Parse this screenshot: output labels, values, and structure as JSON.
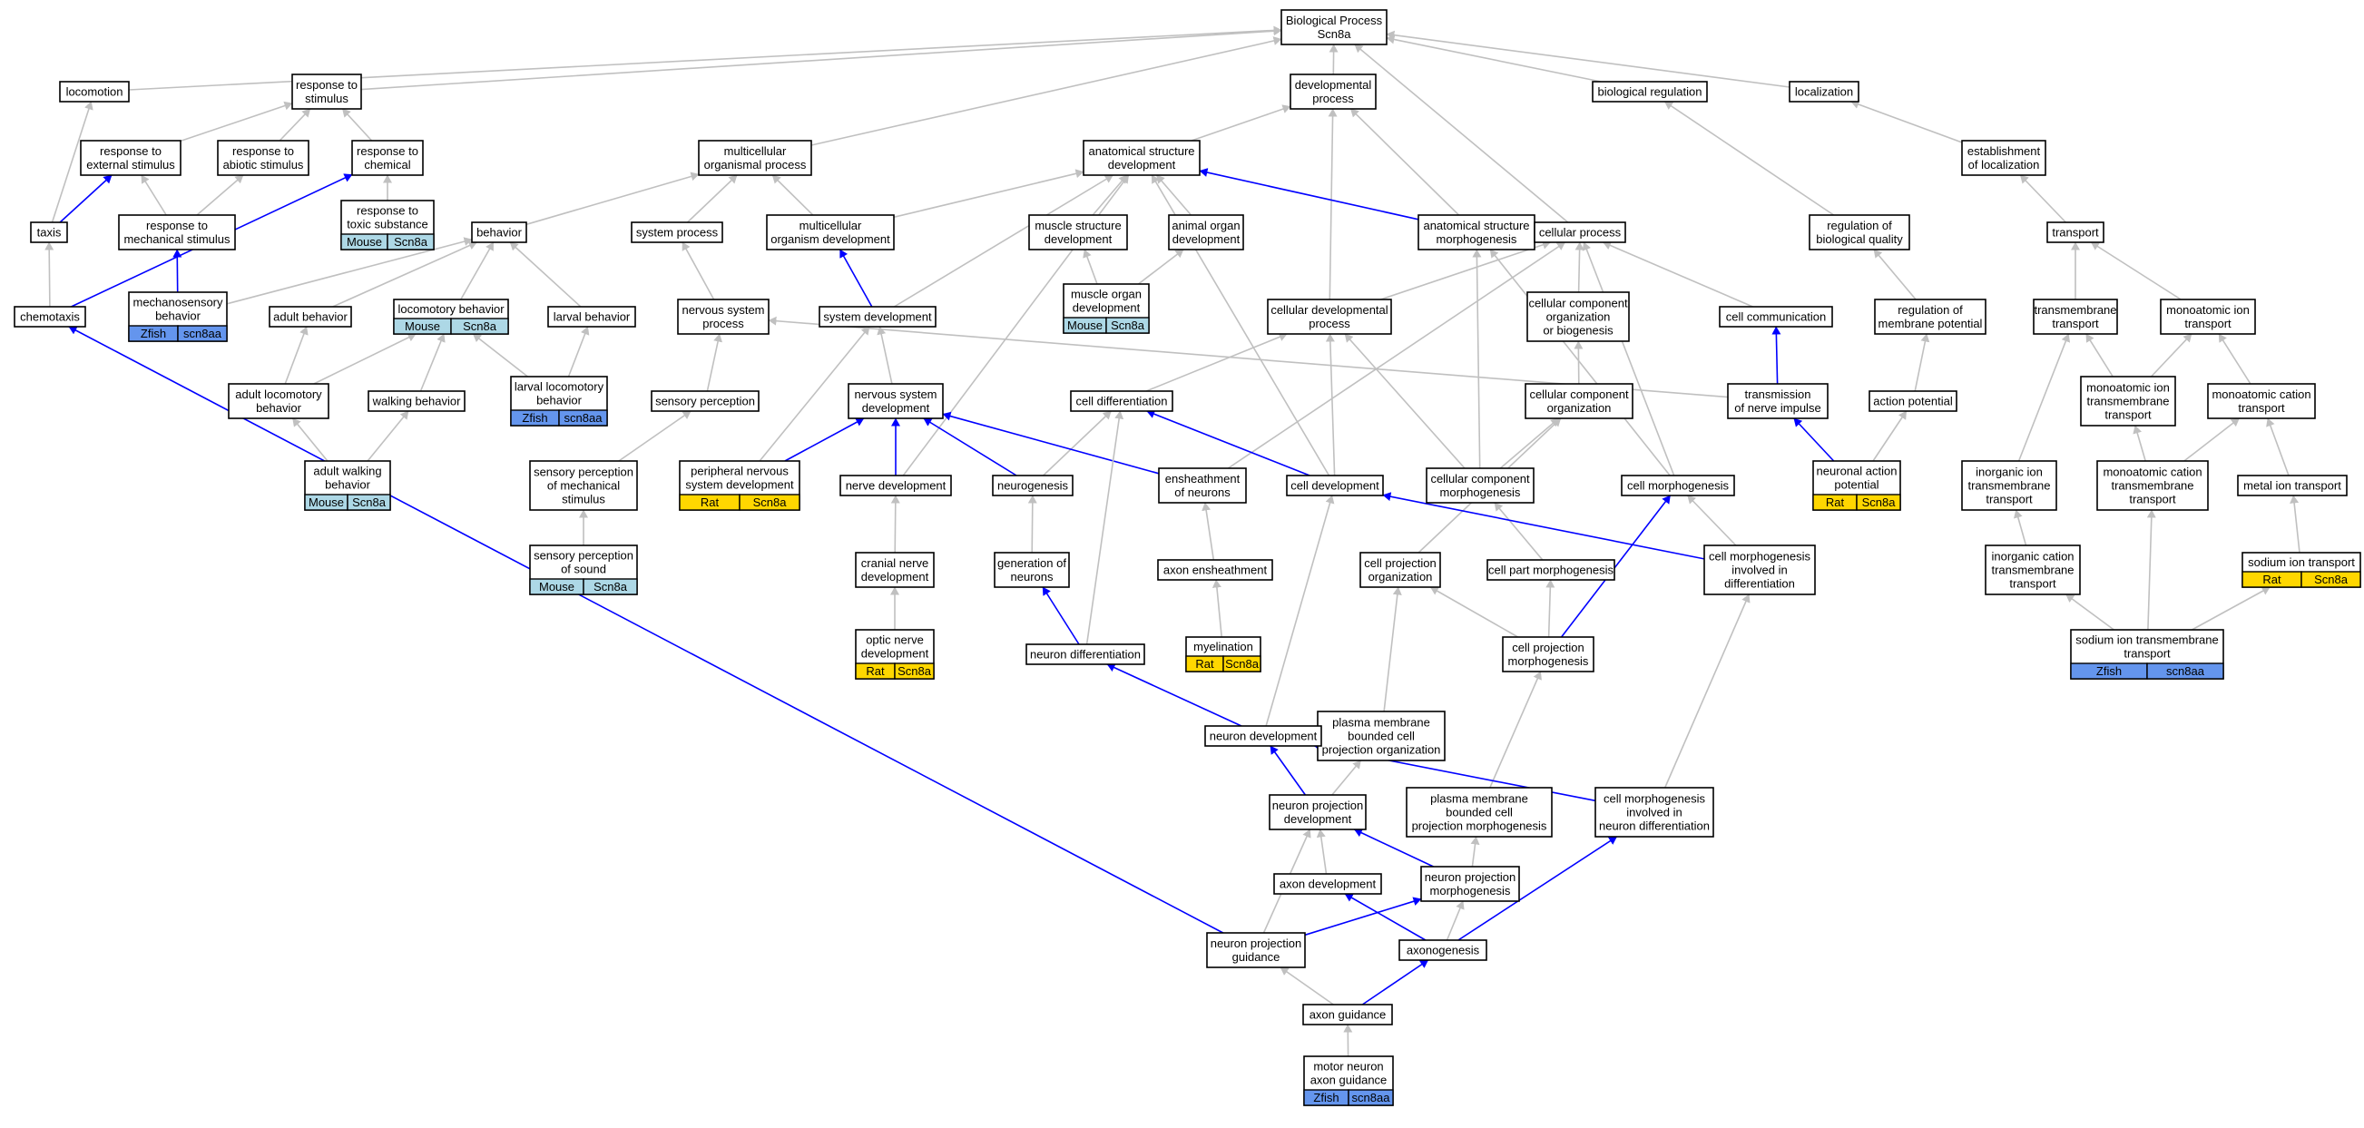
{
  "colors": {
    "edge_default": "#c0c0c0",
    "edge_highlight": "#0000ff",
    "badge_mouse": "#add8e6",
    "badge_zfish": "#6495ed",
    "badge_rat": "#ffd700"
  },
  "nodes": [
    {
      "id": "root",
      "lines": [
        "Biological Process",
        "Scn8a"
      ]
    },
    {
      "id": "locomotion",
      "lines": [
        "locomotion"
      ]
    },
    {
      "id": "response_stimulus",
      "lines": [
        "response to",
        "stimulus"
      ]
    },
    {
      "id": "developmental",
      "lines": [
        "developmental",
        "process"
      ]
    },
    {
      "id": "bioreg",
      "lines": [
        "biological regulation"
      ]
    },
    {
      "id": "localization",
      "lines": [
        "localization"
      ]
    },
    {
      "id": "resp_ext",
      "lines": [
        "response to",
        "external stimulus"
      ]
    },
    {
      "id": "resp_abiotic",
      "lines": [
        "response to",
        "abiotic stimulus"
      ]
    },
    {
      "id": "resp_chem",
      "lines": [
        "response to",
        "chemical"
      ]
    },
    {
      "id": "multi_org",
      "lines": [
        "multicellular",
        "organismal process"
      ]
    },
    {
      "id": "anat_dev",
      "lines": [
        "anatomical structure",
        "development"
      ]
    },
    {
      "id": "estab_loc",
      "lines": [
        "establishment",
        "of localization"
      ]
    },
    {
      "id": "taxis",
      "lines": [
        "taxis"
      ]
    },
    {
      "id": "resp_mech",
      "lines": [
        "response to",
        "mechanical stimulus"
      ]
    },
    {
      "id": "resp_toxic",
      "lines": [
        "response to",
        "toxic substance"
      ],
      "badge": [
        "Mouse",
        "Scn8a"
      ],
      "badge_color": "mouse"
    },
    {
      "id": "behavior",
      "lines": [
        "behavior"
      ]
    },
    {
      "id": "system_process",
      "lines": [
        "system process"
      ]
    },
    {
      "id": "multi_dev",
      "lines": [
        "multicellular",
        "organism development"
      ]
    },
    {
      "id": "muscle_struct",
      "lines": [
        "muscle structure",
        "development"
      ]
    },
    {
      "id": "animal_organ",
      "lines": [
        "animal organ",
        "development"
      ]
    },
    {
      "id": "anat_morph",
      "lines": [
        "anatomical structure",
        "morphogenesis"
      ]
    },
    {
      "id": "cell_process",
      "lines": [
        "cellular process"
      ]
    },
    {
      "id": "reg_bioqual",
      "lines": [
        "regulation of",
        "biological quality"
      ]
    },
    {
      "id": "transport",
      "lines": [
        "transport"
      ]
    },
    {
      "id": "chemotaxis",
      "lines": [
        "chemotaxis"
      ]
    },
    {
      "id": "mechano_beh",
      "lines": [
        "mechanosensory",
        "behavior"
      ],
      "badge": [
        "Zfish",
        "scn8aa"
      ],
      "badge_color": "zfish"
    },
    {
      "id": "adult_beh",
      "lines": [
        "adult behavior"
      ]
    },
    {
      "id": "loco_beh",
      "lines": [
        "locomotory behavior"
      ],
      "badge": [
        "Mouse",
        "Scn8a"
      ],
      "badge_color": "mouse"
    },
    {
      "id": "larval_beh",
      "lines": [
        "larval behavior"
      ]
    },
    {
      "id": "ns_process",
      "lines": [
        "nervous system",
        "process"
      ]
    },
    {
      "id": "system_dev",
      "lines": [
        "system development"
      ]
    },
    {
      "id": "muscle_organ",
      "lines": [
        "muscle organ",
        "development"
      ],
      "badge": [
        "Mouse",
        "Scn8a"
      ],
      "badge_color": "mouse"
    },
    {
      "id": "cell_dev_proc",
      "lines": [
        "cellular developmental",
        "process"
      ]
    },
    {
      "id": "cc_org_bio",
      "lines": [
        "cellular component",
        "organization",
        "or biogenesis"
      ]
    },
    {
      "id": "cell_comm",
      "lines": [
        "cell communication"
      ]
    },
    {
      "id": "reg_mem_pot",
      "lines": [
        "regulation of",
        "membrane potential"
      ]
    },
    {
      "id": "transmembrane",
      "lines": [
        "transmembrane",
        "transport"
      ]
    },
    {
      "id": "mono_ion",
      "lines": [
        "monoatomic ion",
        "transport"
      ]
    },
    {
      "id": "adult_loco",
      "lines": [
        "adult locomotory",
        "behavior"
      ]
    },
    {
      "id": "walking",
      "lines": [
        "walking behavior"
      ]
    },
    {
      "id": "larval_loco",
      "lines": [
        "larval locomotory",
        "behavior"
      ],
      "badge": [
        "Zfish",
        "scn8aa"
      ],
      "badge_color": "zfish"
    },
    {
      "id": "sensory_perc",
      "lines": [
        "sensory perception"
      ]
    },
    {
      "id": "ns_dev",
      "lines": [
        "nervous system",
        "development"
      ]
    },
    {
      "id": "cell_diff",
      "lines": [
        "cell differentiation"
      ]
    },
    {
      "id": "cc_org",
      "lines": [
        "cellular component",
        "organization"
      ]
    },
    {
      "id": "trans_nerve",
      "lines": [
        "transmission",
        "of nerve impulse"
      ]
    },
    {
      "id": "action_pot",
      "lines": [
        "action potential"
      ]
    },
    {
      "id": "mono_ion_tm",
      "lines": [
        "monoatomic ion",
        "transmembrane",
        "transport"
      ]
    },
    {
      "id": "mono_cation",
      "lines": [
        "monoatomic cation",
        "transport"
      ]
    },
    {
      "id": "adult_walk",
      "lines": [
        "adult walking",
        "behavior"
      ],
      "badge": [
        "Mouse",
        "Scn8a"
      ],
      "badge_color": "mouse"
    },
    {
      "id": "sens_mech",
      "lines": [
        "sensory perception",
        "of mechanical",
        "stimulus"
      ]
    },
    {
      "id": "pns_dev",
      "lines": [
        "peripheral nervous",
        "system development"
      ],
      "badge": [
        "Rat",
        "Scn8a"
      ],
      "badge_color": "rat"
    },
    {
      "id": "nerve_dev",
      "lines": [
        "nerve development"
      ]
    },
    {
      "id": "neurogenesis",
      "lines": [
        "neurogenesis"
      ]
    },
    {
      "id": "ensheath",
      "lines": [
        "ensheathment",
        "of neurons"
      ]
    },
    {
      "id": "cell_dev",
      "lines": [
        "cell development"
      ]
    },
    {
      "id": "cc_morph",
      "lines": [
        "cellular component",
        "morphogenesis"
      ]
    },
    {
      "id": "cell_morph",
      "lines": [
        "cell morphogenesis"
      ]
    },
    {
      "id": "neuronal_ap",
      "lines": [
        "neuronal action",
        "potential"
      ],
      "badge": [
        "Rat",
        "Scn8a"
      ],
      "badge_color": "rat"
    },
    {
      "id": "inorg_ion",
      "lines": [
        "inorganic ion",
        "transmembrane",
        "transport"
      ]
    },
    {
      "id": "mono_cation_tm",
      "lines": [
        "monoatomic cation",
        "transmembrane",
        "transport"
      ]
    },
    {
      "id": "metal_ion",
      "lines": [
        "metal ion transport"
      ]
    },
    {
      "id": "sens_sound",
      "lines": [
        "sensory perception",
        "of sound"
      ],
      "badge": [
        "Mouse",
        "Scn8a"
      ],
      "badge_color": "mouse"
    },
    {
      "id": "cranial",
      "lines": [
        "cranial nerve",
        "development"
      ]
    },
    {
      "id": "gen_neurons",
      "lines": [
        "generation of",
        "neurons"
      ]
    },
    {
      "id": "axon_ensheath",
      "lines": [
        "axon ensheathment"
      ]
    },
    {
      "id": "cell_proj_org",
      "lines": [
        "cell projection",
        "organization"
      ]
    },
    {
      "id": "cell_part_morph",
      "lines": [
        "cell part morphogenesis"
      ]
    },
    {
      "id": "cell_morph_diff",
      "lines": [
        "cell morphogenesis",
        "involved in",
        "differentiation"
      ]
    },
    {
      "id": "sodium",
      "lines": [
        "sodium ion transport"
      ],
      "badge": [
        "Rat",
        "Scn8a"
      ],
      "badge_color": "rat"
    },
    {
      "id": "inorg_cation",
      "lines": [
        "inorganic cation",
        "transmembrane",
        "transport"
      ]
    },
    {
      "id": "optic",
      "lines": [
        "optic nerve",
        "development"
      ],
      "badge": [
        "Rat",
        "Scn8a"
      ],
      "badge_color": "rat"
    },
    {
      "id": "neuron_diff",
      "lines": [
        "neuron differentiation"
      ]
    },
    {
      "id": "myelination",
      "lines": [
        "myelination"
      ],
      "badge": [
        "Rat",
        "Scn8a"
      ],
      "badge_color": "rat"
    },
    {
      "id": "cell_proj_morph",
      "lines": [
        "cell projection",
        "morphogenesis"
      ]
    },
    {
      "id": "sodium_tm",
      "lines": [
        "sodium ion transmembrane",
        "transport"
      ],
      "badge": [
        "Zfish",
        "scn8aa"
      ],
      "badge_color": "zfish"
    },
    {
      "id": "pm_org",
      "lines": [
        "plasma membrane",
        "bounded cell",
        "projection organization"
      ]
    },
    {
      "id": "neuron_dev",
      "lines": [
        "neuron development"
      ]
    },
    {
      "id": "pm_morph",
      "lines": [
        "plasma membrane",
        "bounded cell",
        "projection morphogenesis"
      ]
    },
    {
      "id": "cm_neuron_diff",
      "lines": [
        "cell morphogenesis",
        "involved in",
        "neuron differentiation"
      ]
    },
    {
      "id": "np_dev",
      "lines": [
        "neuron projection",
        "development"
      ]
    },
    {
      "id": "axon_dev",
      "lines": [
        "axon development"
      ]
    },
    {
      "id": "np_morph",
      "lines": [
        "neuron projection",
        "morphogenesis"
      ]
    },
    {
      "id": "np_guidance",
      "lines": [
        "neuron projection",
        "guidance"
      ]
    },
    {
      "id": "axonogenesis",
      "lines": [
        "axonogenesis"
      ]
    },
    {
      "id": "axon_guidance",
      "lines": [
        "axon guidance"
      ]
    },
    {
      "id": "motor_axon",
      "lines": [
        "motor neuron",
        "axon guidance"
      ],
      "badge": [
        "Zfish",
        "scn8aa"
      ],
      "badge_color": "zfish"
    }
  ],
  "edges": [
    [
      "locomotion",
      "root",
      0
    ],
    [
      "response_stimulus",
      "root",
      0
    ],
    [
      "developmental",
      "root",
      0
    ],
    [
      "bioreg",
      "root",
      0
    ],
    [
      "localization",
      "root",
      0
    ],
    [
      "multi_org",
      "root",
      0
    ],
    [
      "cell_process",
      "root",
      0
    ],
    [
      "resp_ext",
      "response_stimulus",
      0
    ],
    [
      "resp_abiotic",
      "response_stimulus",
      0
    ],
    [
      "resp_chem",
      "response_stimulus",
      0
    ],
    [
      "anat_dev",
      "developmental",
      0
    ],
    [
      "anat_morph",
      "developmental",
      0
    ],
    [
      "cell_dev_proc",
      "developmental",
      0
    ],
    [
      "estab_loc",
      "localization",
      0
    ],
    [
      "transport",
      "estab_loc",
      0
    ],
    [
      "reg_bioqual",
      "bioreg",
      0
    ],
    [
      "taxis",
      "locomotion",
      0
    ],
    [
      "taxis",
      "resp_ext",
      1
    ],
    [
      "resp_mech",
      "resp_ext",
      0
    ],
    [
      "resp_mech",
      "resp_abiotic",
      0
    ],
    [
      "resp_toxic",
      "resp_chem",
      0
    ],
    [
      "chemotaxis",
      "taxis",
      0
    ],
    [
      "chemotaxis",
      "resp_chem",
      1
    ],
    [
      "mechano_beh",
      "resp_mech",
      1
    ],
    [
      "mechano_beh",
      "behavior",
      0
    ],
    [
      "behavior",
      "multi_org",
      0
    ],
    [
      "system_process",
      "multi_org",
      0
    ],
    [
      "multi_dev",
      "multi_org",
      0
    ],
    [
      "multi_dev",
      "anat_dev",
      0
    ],
    [
      "muscle_struct",
      "anat_dev",
      0
    ],
    [
      "animal_organ",
      "anat_dev",
      0
    ],
    [
      "anat_morph",
      "anat_dev",
      1
    ],
    [
      "system_dev",
      "multi_dev",
      1
    ],
    [
      "system_dev",
      "anat_dev",
      0
    ],
    [
      "muscle_organ",
      "muscle_struct",
      0
    ],
    [
      "muscle_organ",
      "animal_organ",
      0
    ],
    [
      "adult_beh",
      "behavior",
      0
    ],
    [
      "loco_beh",
      "behavior",
      0
    ],
    [
      "larval_beh",
      "behavior",
      0
    ],
    [
      "ns_process",
      "system_process",
      0
    ],
    [
      "cell_dev_proc",
      "cell_process",
      0
    ],
    [
      "cc_org_bio",
      "cell_process",
      0
    ],
    [
      "cell_comm",
      "cell_process",
      0
    ],
    [
      "reg_mem_pot",
      "reg_bioqual",
      0
    ],
    [
      "transmembrane",
      "transport",
      0
    ],
    [
      "mono_ion",
      "transport",
      0
    ],
    [
      "adult_loco",
      "adult_beh",
      0
    ],
    [
      "adult_loco",
      "loco_beh",
      0
    ],
    [
      "walking",
      "loco_beh",
      0
    ],
    [
      "larval_loco",
      "larval_beh",
      0
    ],
    [
      "larval_loco",
      "loco_beh",
      0
    ],
    [
      "sensory_perc",
      "ns_process",
      0
    ],
    [
      "ns_dev",
      "system_dev",
      0
    ],
    [
      "cell_diff",
      "cell_dev_proc",
      0
    ],
    [
      "cc_org",
      "cc_org_bio",
      0
    ],
    [
      "trans_nerve",
      "cell_comm",
      1
    ],
    [
      "trans_nerve",
      "ns_process",
      0
    ],
    [
      "action_pot",
      "reg_mem_pot",
      0
    ],
    [
      "mono_ion_tm",
      "transmembrane",
      0
    ],
    [
      "mono_ion_tm",
      "mono_ion",
      0
    ],
    [
      "mono_cation",
      "mono_ion",
      0
    ],
    [
      "adult_walk",
      "adult_loco",
      0
    ],
    [
      "adult_walk",
      "walking",
      0
    ],
    [
      "sens_mech",
      "sensory_perc",
      0
    ],
    [
      "pns_dev",
      "ns_dev",
      1
    ],
    [
      "pns_dev",
      "system_dev",
      0
    ],
    [
      "nerve_dev",
      "ns_dev",
      1
    ],
    [
      "nerve_dev",
      "anat_dev",
      0
    ],
    [
      "neurogenesis",
      "ns_dev",
      1
    ],
    [
      "neurogenesis",
      "cell_diff",
      0
    ],
    [
      "ensheath",
      "ns_dev",
      1
    ],
    [
      "ensheath",
      "cell_process",
      0
    ],
    [
      "cell_dev",
      "cell_diff",
      1
    ],
    [
      "cell_dev",
      "anat_dev",
      0
    ],
    [
      "cell_dev",
      "cell_dev_proc",
      0
    ],
    [
      "cc_morph",
      "cc_org",
      0
    ],
    [
      "cc_morph",
      "anat_morph",
      0
    ],
    [
      "cc_morph",
      "cell_dev_proc",
      0
    ],
    [
      "cell_morph",
      "cell_process",
      0
    ],
    [
      "cell_morph",
      "anat_morph",
      0
    ],
    [
      "neuronal_ap",
      "trans_nerve",
      1
    ],
    [
      "neuronal_ap",
      "action_pot",
      0
    ],
    [
      "inorg_ion",
      "transmembrane",
      0
    ],
    [
      "mono_cation_tm",
      "mono_ion_tm",
      0
    ],
    [
      "mono_cation_tm",
      "mono_cation",
      0
    ],
    [
      "metal_ion",
      "mono_cation",
      0
    ],
    [
      "sens_sound",
      "sens_mech",
      0
    ],
    [
      "cranial",
      "nerve_dev",
      0
    ],
    [
      "gen_neurons",
      "neurogenesis",
      0
    ],
    [
      "axon_ensheath",
      "ensheath",
      0
    ],
    [
      "cell_proj_org",
      "cc_org",
      0
    ],
    [
      "cell_part_morph",
      "cc_morph",
      0
    ],
    [
      "cell_morph_diff",
      "cell_morph",
      0
    ],
    [
      "cell_morph_diff",
      "cell_dev",
      1
    ],
    [
      "sodium",
      "metal_ion",
      0
    ],
    [
      "inorg_cation",
      "inorg_ion",
      0
    ],
    [
      "optic",
      "cranial",
      0
    ],
    [
      "neuron_diff",
      "gen_neurons",
      1
    ],
    [
      "neuron_diff",
      "cell_diff",
      0
    ],
    [
      "myelination",
      "axon_ensheath",
      0
    ],
    [
      "cell_proj_morph",
      "cell_proj_org",
      0
    ],
    [
      "cell_proj_morph",
      "cell_part_morph",
      0
    ],
    [
      "cell_proj_morph",
      "cell_morph",
      1
    ],
    [
      "sodium_tm",
      "sodium",
      0
    ],
    [
      "sodium_tm",
      "inorg_cation",
      0
    ],
    [
      "sodium_tm",
      "mono_cation_tm",
      0
    ],
    [
      "pm_org",
      "cell_proj_org",
      0
    ],
    [
      "neuron_dev",
      "neuron_diff",
      1
    ],
    [
      "neuron_dev",
      "cell_dev",
      0
    ],
    [
      "pm_morph",
      "cell_proj_morph",
      0
    ],
    [
      "cm_neuron_diff",
      "neuron_dev",
      1
    ],
    [
      "cm_neuron_diff",
      "cell_morph_diff",
      0
    ],
    [
      "np_dev",
      "neuron_dev",
      1
    ],
    [
      "np_dev",
      "pm_org",
      0
    ],
    [
      "axon_dev",
      "np_dev",
      0
    ],
    [
      "np_morph",
      "np_dev",
      1
    ],
    [
      "np_morph",
      "pm_morph",
      0
    ],
    [
      "np_guidance",
      "chemotaxis",
      1
    ],
    [
      "np_guidance",
      "np_morph",
      1
    ],
    [
      "np_guidance",
      "np_dev",
      0
    ],
    [
      "axonogenesis",
      "axon_dev",
      1
    ],
    [
      "axonogenesis",
      "np_morph",
      0
    ],
    [
      "axonogenesis",
      "cm_neuron_diff",
      1
    ],
    [
      "axon_guidance",
      "axonogenesis",
      1
    ],
    [
      "axon_guidance",
      "np_guidance",
      0
    ],
    [
      "motor_axon",
      "axon_guidance",
      0
    ]
  ]
}
